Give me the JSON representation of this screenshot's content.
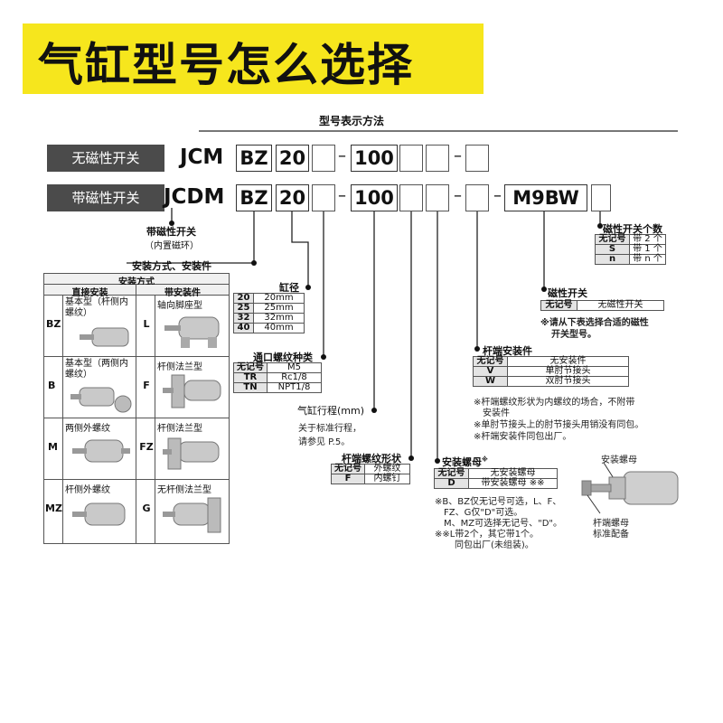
{
  "banner": {
    "title": "气缸型号怎么选择"
  },
  "header": {
    "title": "型号表示方法"
  },
  "rows": {
    "no_switch": {
      "label": "无磁性开关",
      "prefix": "JCM",
      "mount": "BZ",
      "bore": "20",
      "stroke": "100"
    },
    "with_switch": {
      "label": "带磁性开关",
      "prefix": "JCDM",
      "mount": "BZ",
      "bore": "20",
      "stroke": "100",
      "switch_model": "M9BW"
    }
  },
  "magnet_note": {
    "line1": "带磁性开关",
    "line2": "（内置磁环）"
  },
  "mount_caption": "安装方式、安装件",
  "mount_table": {
    "title": "安装方式",
    "col1": "直接安装",
    "col2": "带安装件",
    "rows": [
      {
        "code1": "BZ",
        "desc1": "基本型（杆侧内螺纹）",
        "code2": "L",
        "desc2": "轴向脚座型"
      },
      {
        "code1": "B",
        "desc1": "基本型（两侧内螺纹）",
        "code2": "F",
        "desc2": "杆侧法兰型"
      },
      {
        "code1": "M",
        "desc1": "两侧外螺纹",
        "code2": "FZ",
        "desc2": "杆侧法兰型"
      },
      {
        "code1": "MZ",
        "desc1": "杆侧外螺纹",
        "code2": "G",
        "desc2": "无杆侧法兰型"
      }
    ]
  },
  "bore": {
    "title": "缸径",
    "rows": [
      {
        "k": "20",
        "v": "20mm"
      },
      {
        "k": "25",
        "v": "25mm"
      },
      {
        "k": "32",
        "v": "32mm"
      },
      {
        "k": "40",
        "v": "40mm"
      }
    ]
  },
  "port": {
    "title": "通口螺纹种类",
    "rows": [
      {
        "k": "无记号",
        "v": "M5"
      },
      {
        "k": "TR",
        "v": "Rc1/8"
      },
      {
        "k": "TN",
        "v": "NPT1/8"
      }
    ]
  },
  "stroke": {
    "title": "气缸行程(mm)",
    "note1": "关于标准行程，",
    "note2": "请参见 P.5。"
  },
  "rod_thread": {
    "title": "杆端螺纹形状",
    "rows": [
      {
        "k": "无记号",
        "v": "外螺纹"
      },
      {
        "k": "F",
        "v": "内螺钉"
      }
    ]
  },
  "nut": {
    "title": "安装螺母",
    "title_mark": "※",
    "rows": [
      {
        "k": "无记号",
        "v": "无安装螺母"
      },
      {
        "k": "D",
        "v": "带安装螺母 ※※"
      }
    ],
    "notes": [
      "※B、BZ仅无记号可选，L、F、",
      "FZ、G仅\"D\"可选。",
      "M、MZ可选择无记号、\"D\"。",
      "※※L带2个，其它带1个。",
      "同包出厂(未组装)。"
    ]
  },
  "rod_end": {
    "title": "杆端安装件",
    "rows": [
      {
        "k": "无记号",
        "v": "无安装件"
      },
      {
        "k": "V",
        "v": "单肘节接头"
      },
      {
        "k": "W",
        "v": "双肘节接头"
      }
    ],
    "notes": [
      "※杆端螺纹形状为内螺纹的场合，不附带",
      "安装件",
      "※单肘节接头上的肘节接头用销没有同包。",
      "※杆端安装件同包出厂。"
    ]
  },
  "switch": {
    "title": "磁性开关",
    "rows": [
      {
        "k": "无记号",
        "v": "无磁性开关"
      }
    ],
    "note1": "※请从下表选择合适的磁性",
    "note2": "开关型号。"
  },
  "switch_count": {
    "title": "磁性开关个数",
    "rows": [
      {
        "k": "无记号",
        "v": "带 2 个"
      },
      {
        "k": "S",
        "v": "带 1 个"
      },
      {
        "k": "n",
        "v": "带 n 个"
      }
    ]
  },
  "part_labels": {
    "nut": "安装螺母",
    "rod_nut1": "杆端螺母",
    "rod_nut2": "标准配备"
  }
}
